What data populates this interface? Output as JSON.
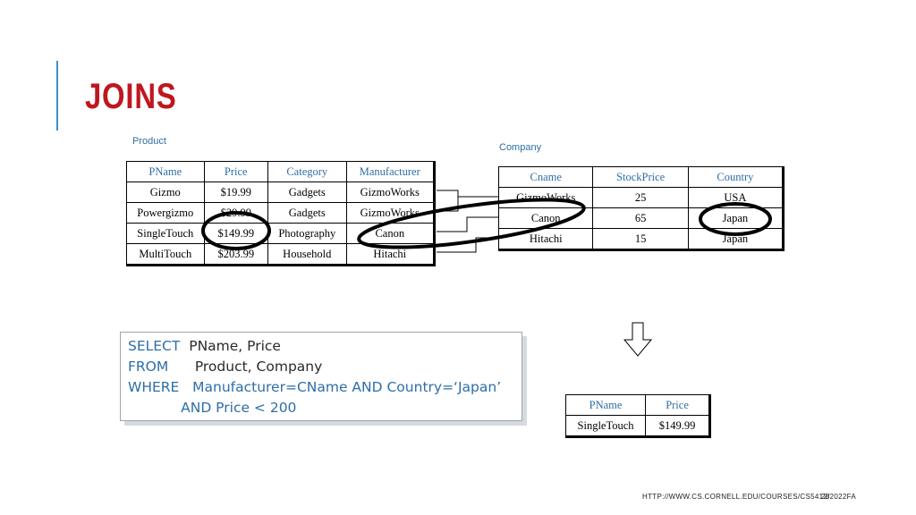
{
  "slide": {
    "title": "JOINS",
    "footer_url": "HTTP://WWW.CS.CORNELL.EDU/COURSES/CS5412/2022FA",
    "page_number": "28",
    "accent_color": "#3b8fc4",
    "title_color": "#c0161f"
  },
  "product": {
    "caption": "Product",
    "headers": [
      "PName",
      "Price",
      "Category",
      "Manufacturer"
    ],
    "rows": [
      [
        "Gizmo",
        "$19.99",
        "Gadgets",
        "GizmoWorks"
      ],
      [
        "Powergizmo",
        "$29.99",
        "Gadgets",
        "GizmoWorks"
      ],
      [
        "SingleTouch",
        "$149.99",
        "Photography",
        "Canon"
      ],
      [
        "MultiTouch",
        "$203.99",
        "Household",
        "Hitachi"
      ]
    ]
  },
  "company": {
    "caption": "Company",
    "headers": [
      "Cname",
      "StockPrice",
      "Country"
    ],
    "rows": [
      [
        "GizmoWorks",
        "25",
        "USA"
      ],
      [
        "Canon",
        "65",
        "Japan"
      ],
      [
        "Hitachi",
        "15",
        "Japan"
      ]
    ]
  },
  "query": {
    "select_kw": "SELECT",
    "select_cols": "PName, Price",
    "from_kw": "FROM",
    "from_tables": "Product, Company",
    "where_kw": "WHERE",
    "where_cond": "Manufacturer=CName AND Country=‘Japan’",
    "and_cond": "AND Price < 200"
  },
  "result": {
    "headers": [
      "PName",
      "Price"
    ],
    "rows": [
      [
        "SingleTouch",
        "$149.99"
      ]
    ]
  },
  "icons": {
    "result_arrow": "down-arrow-icon"
  }
}
